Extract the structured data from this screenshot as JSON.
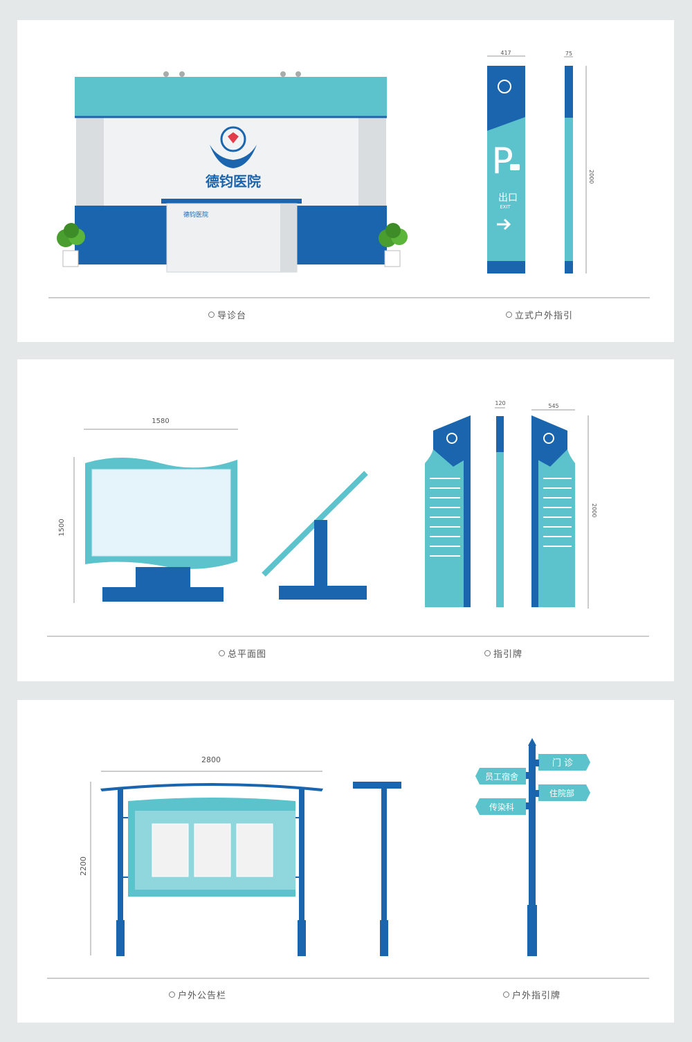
{
  "colors": {
    "teal": "#5cc3cc",
    "dark_blue": "#1a65ad",
    "light_teal": "#8fd7dc",
    "panel_bg": "#ffffff",
    "page_bg": "#e4e8e9"
  },
  "panel1": {
    "logo_text": "德钧医院",
    "desk_logo_text": "德钧医院",
    "parking_letter": "P",
    "exit_text": "出口",
    "exit_en": "EXIT",
    "dims": {
      "width_a": "417",
      "width_b": "75",
      "height": "2000"
    },
    "caption_left": "导诊台",
    "caption_right": "立式户外指引"
  },
  "panel2": {
    "dims": {
      "board_width": "1580",
      "board_height": "1500",
      "thickness": "120",
      "width": "545",
      "height": "2000"
    },
    "caption_left": "总平面图",
    "caption_right": "指引牌"
  },
  "panel3": {
    "dims": {
      "width": "2800",
      "height": "2200"
    },
    "signs": {
      "top_right": "门 诊",
      "mid_left": "员工宿舍",
      "mid_right": "住院部",
      "bottom_left": "传染科"
    },
    "caption_left": "户外公告栏",
    "caption_right": "户外指引牌"
  }
}
